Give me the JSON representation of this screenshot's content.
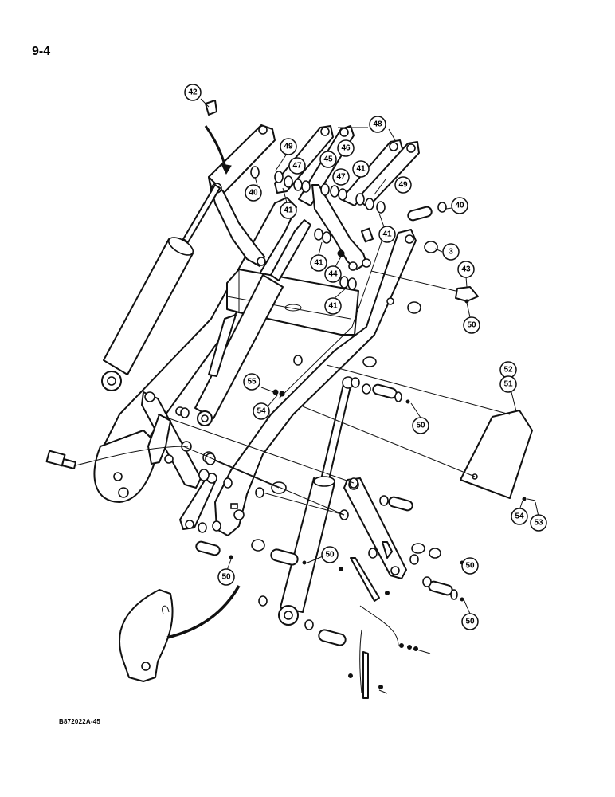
{
  "page_number": "9-4",
  "figure_code": "B872022A-45",
  "callouts": [
    "42",
    "48",
    "49",
    "46",
    "45",
    "47",
    "47",
    "41",
    "40",
    "49",
    "41",
    "40",
    "3",
    "41",
    "41",
    "44",
    "43",
    "41",
    "50",
    "55",
    "54",
    "52",
    "51",
    "50",
    "50",
    "54",
    "53",
    "50",
    "50",
    "50",
    "50"
  ]
}
